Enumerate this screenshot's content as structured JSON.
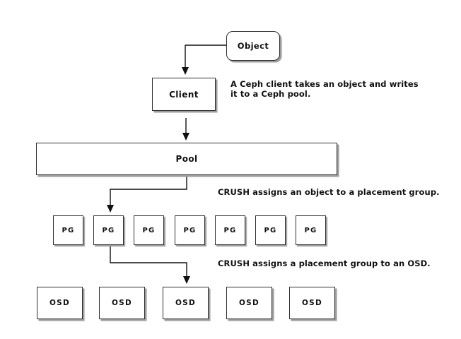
{
  "diagram": {
    "nodes": {
      "object": "Object",
      "client": "Client",
      "pool": "Pool"
    },
    "pg_labels": [
      "PG",
      "PG",
      "PG",
      "PG",
      "PG",
      "PG",
      "PG"
    ],
    "osd_labels": [
      "OSD",
      "OSD",
      "OSD",
      "OSD",
      "OSD"
    ],
    "annotations": {
      "client_note_line1": "A Ceph client takes an object and writes",
      "client_note_line2": "it to a Ceph pool.",
      "crush_pg_note": "CRUSH assigns an object to a placement group.",
      "crush_osd_note": "CRUSH assigns a placement group to an OSD."
    },
    "colors": {
      "background": "#ffffff",
      "box_border": "#2e2e2e",
      "box_shadow": "#9c9c9c",
      "connector_line": "#111111",
      "text": "#111111"
    }
  }
}
